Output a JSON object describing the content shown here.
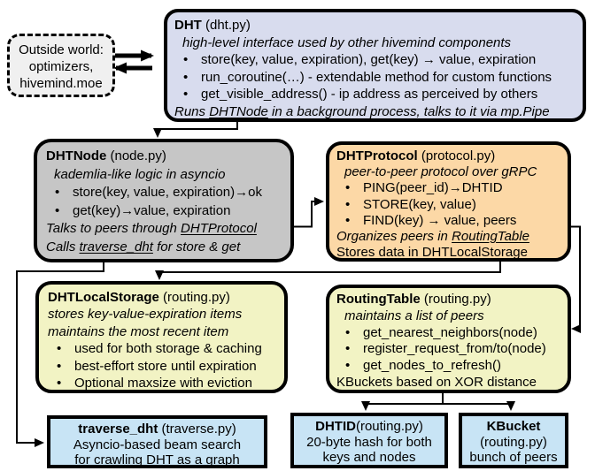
{
  "glyphs": {
    "bullet": "•"
  },
  "colors": {
    "dht_box": "#d8dcee",
    "dhtnode_box": "#c6c6c6",
    "dhtprotocol_box": "#fcd8a6",
    "yellow_box": "#f2f3c4",
    "blue_box": "#c8e4f5",
    "outside_box": "#f0f0f0",
    "border": "#000000"
  },
  "outside_world": {
    "lines": [
      "Outside world:",
      "optimizers,",
      "hivemind.moe"
    ]
  },
  "dht": {
    "title": "DHT",
    "file": " (dht.py)",
    "subtitle": "high-level interface used by other hivemind components",
    "bullets": [
      "store(key, value, expiration), get(key) → value, expiration",
      "run_coroutine(…) - extendable method for custom functions",
      "get_visible_address() - ip address as perceived by others"
    ],
    "footer": {
      "pre": "Runs ",
      "link": "DHTNode",
      "post": " in a background process, talks to it via mp.Pipe"
    }
  },
  "dhtnode": {
    "title": "DHTNode",
    "file": " (node.py)",
    "subtitle": "kademlia-like logic in asyncio",
    "bullets": [
      "store(key, value, expiration)→ok",
      "get(key)→value, expiration"
    ],
    "line_peers": {
      "pre": "Talks to peers through ",
      "link": "DHTProtocol"
    },
    "line_traverse": {
      "pre": "Calls ",
      "link": "traverse_dht",
      "post": " for store & get"
    }
  },
  "dhtprotocol": {
    "title": "DHTProtocol",
    "file": " (protocol.py)",
    "subtitle": "peer-to-peer protocol over gRPC",
    "bullets": [
      "PING(peer_id)→DHTID",
      "STORE(key, value)",
      "FIND(key) → value, peers"
    ],
    "line_routing": {
      "pre": "Organizes peers in ",
      "link": "RoutingTable"
    },
    "line_storage": {
      "pre": "Stores data in DHT",
      "link": "LocalStorage"
    }
  },
  "dhtlocalstorage": {
    "title": "DHTLocalStorage",
    "file": " (routing.py)",
    "subtitle1": "stores key-value-expiration items",
    "subtitle2": "maintains the most recent item",
    "bullets": [
      "used for both storage & caching",
      "best-effort store until expiration",
      "Optional maxsize with eviction"
    ]
  },
  "routingtable": {
    "title": "RoutingTable",
    "file": " (routing.py)",
    "subtitle": "maintains a list of peers",
    "bullets": [
      "get_nearest_neighbors(node)",
      "register_request_from/to(node)",
      "get_nodes_to_refresh()"
    ],
    "footer": "KBuckets based on XOR distance"
  },
  "traverse": {
    "title": "traverse_dht",
    "file": " (traverse.py)",
    "lines": [
      "Asyncio-based beam search",
      "for crawling DHT as a graph"
    ]
  },
  "dhtid": {
    "title": "DHTID",
    "file": "(routing.py)",
    "lines": [
      "20-byte hash for both",
      "keys and nodes"
    ]
  },
  "kbucket": {
    "title": "KBucket",
    "file": "(routing.py)",
    "lines": [
      "bunch of peers"
    ]
  }
}
